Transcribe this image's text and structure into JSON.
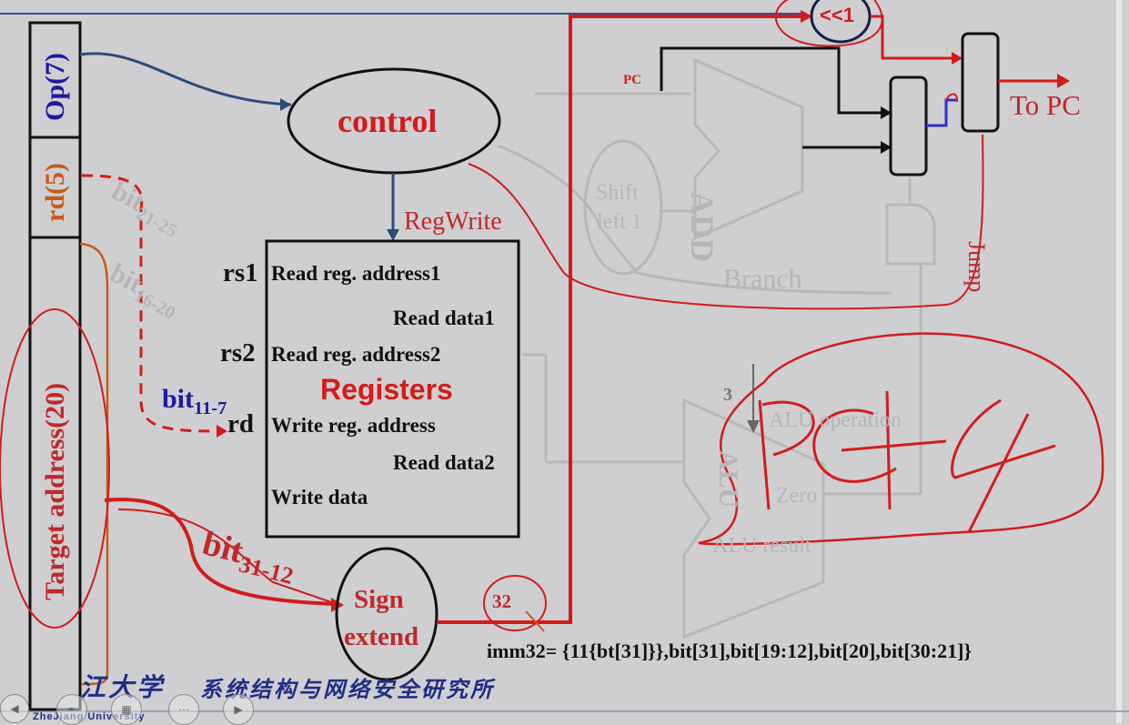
{
  "instruction_fields": {
    "op": "Op(7)",
    "rd": "rd(5)",
    "target": "Target address(20)"
  },
  "bit_labels": {
    "bit_21_25": {
      "base": "bit",
      "sub": "21-25"
    },
    "bit_16_20": {
      "base": "bit",
      "sub": "16-20"
    },
    "bit_11_7": {
      "base": "bit",
      "sub": "11-7"
    },
    "bit_31_12": {
      "base": "bit",
      "sub": "31-12"
    }
  },
  "control": {
    "label": "control",
    "regwrite": "RegWrite"
  },
  "registers": {
    "title": "Registers",
    "port_rs1": "rs1",
    "port_rs2": "rs2",
    "port_rd": "rd",
    "read_addr1": "Read reg. address1",
    "read_data1": "Read data1",
    "read_addr2": "Read reg. address2",
    "write_addr": "Write reg. address",
    "read_data2": "Read data2",
    "write_data": "Write data"
  },
  "sign_extend": {
    "line1": "Sign",
    "line2": "extend"
  },
  "bus_width": "32",
  "imm_formula": "imm32=  {11{bt[31]}},bit[31],bit[19:12],bit[20],bit[30:21]}",
  "pc_path": {
    "shift": "<<1",
    "pc": "PC",
    "adder": "ADD",
    "shift_left": {
      "line1": "Shift",
      "line2": "left 1"
    },
    "branch": "Branch",
    "jump": "Jump",
    "to_pc": "To PC"
  },
  "alu": {
    "op_width": "3",
    "operation": "ALU operation",
    "zero": "Zero",
    "result": "ALU result",
    "label": "ALU"
  },
  "annotation": "PC+4",
  "footer": {
    "university": "江大学",
    "university_en": "ZheJiang University",
    "institute": "系统结构与网络安全研究所"
  },
  "toolbar": [
    "prev",
    "pen",
    "layout",
    "more",
    "next"
  ],
  "colors": {
    "red": "#d21c1c",
    "dark_red": "#c0282a",
    "orange": "#c75a1a",
    "blue": "#1c1aa0",
    "ink": "#111111",
    "ghost": "#b5b5b7",
    "slide_bg": "#cfcfd1"
  }
}
